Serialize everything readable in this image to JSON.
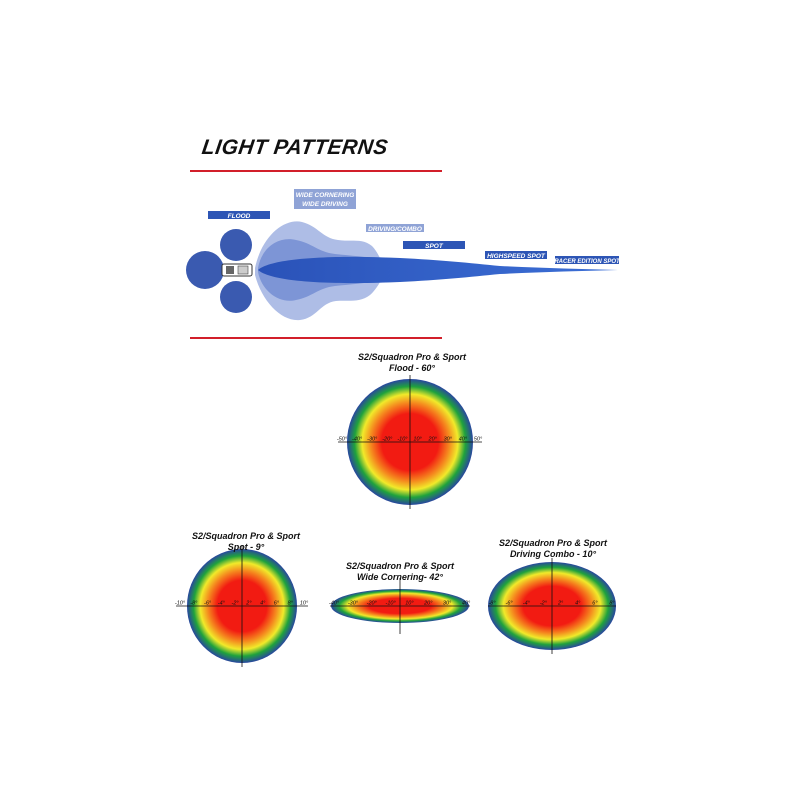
{
  "title": "LIGHT PATTERNS",
  "colors": {
    "accent_red": "#d21f2a",
    "flood_blue": "#3a5ab0",
    "spot_blue": "#2f5cc0",
    "wide_blue": "#aebde6",
    "label_blue": "#2d55b5",
    "label_light_blue": "#8fa3d6",
    "heat_red": "#f21b12",
    "heat_orange": "#f5871e",
    "heat_yellow": "#f1ea2a",
    "heat_green": "#1fa23c",
    "heat_outer": "#2946a0"
  },
  "diagram": {
    "icons": [
      "vehicle-icon"
    ],
    "labels": {
      "flood": "FLOOD",
      "wide": "WIDE CORNERING\nWIDE DRIVING",
      "driving_combo": "DRIVING/COMBO",
      "spot": "SPOT",
      "highspeed": "HIGHSPEED SPOT",
      "racer": "RACER EDITION SPOT"
    }
  },
  "patterns": [
    {
      "id": "flood",
      "line1": "S2/Squadron Pro & Sport",
      "line2": "Flood - 60°",
      "ticks": [
        "-50°",
        "-40°",
        "-30°",
        "-20°",
        "-10°",
        "10°",
        "20°",
        "30°",
        "40°",
        "50°"
      ]
    },
    {
      "id": "spot",
      "line1": "S2/Squadron Pro & Sport",
      "line2": "Spot - 9°",
      "ticks": [
        "-10°",
        "-8°",
        "-6°",
        "-4°",
        "-2°",
        "2°",
        "4°",
        "6°",
        "8°",
        "10°"
      ]
    },
    {
      "id": "wide",
      "line1": "S2/Squadron Pro & Sport",
      "line2": "Wide Cornering- 42°",
      "ticks": [
        "-40°",
        "-30°",
        "-20°",
        "-10°",
        "10°",
        "20°",
        "30°",
        "40°"
      ]
    },
    {
      "id": "combo",
      "line1": "S2/Squadron Pro & Sport",
      "line2": "Driving Combo - 10°",
      "ticks": [
        "-8°",
        "-6°",
        "-4°",
        "-2°",
        "2°",
        "4°",
        "6°",
        "8°"
      ]
    }
  ]
}
